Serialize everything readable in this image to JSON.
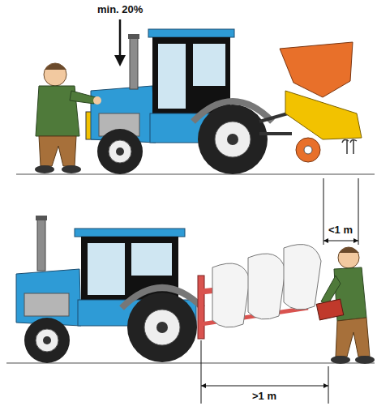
{
  "diagram": {
    "labels": [
      "min. 20%",
      "<1 m",
      ">1 m"
    ]
  }
}
